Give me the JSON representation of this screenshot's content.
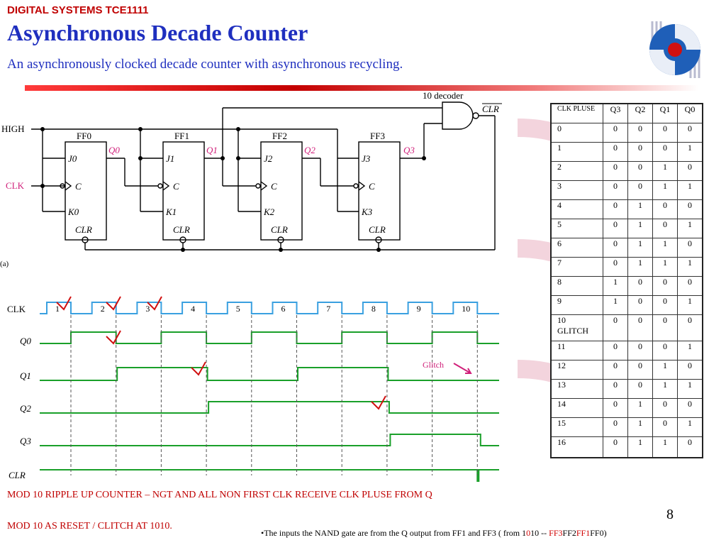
{
  "header": {
    "course": "DIGITAL SYSTEMS TCE1111",
    "title": "Asynchronous Decade Counter",
    "subtitle": "An asynchronously clocked decade counter with asynchronous recycling."
  },
  "circuit": {
    "decoder_label": "10 decoder",
    "clr_out_label": "CLR",
    "high_label": "HIGH",
    "clk_label": "CLK",
    "part_label": "(a)",
    "flipflops": [
      {
        "name": "FF0",
        "j": "J0",
        "c": "C",
        "k": "K0",
        "clr": "CLR",
        "q": "Q0"
      },
      {
        "name": "FF1",
        "j": "J1",
        "c": "C",
        "k": "K1",
        "clr": "CLR",
        "q": "Q1"
      },
      {
        "name": "FF2",
        "j": "J2",
        "c": "C",
        "k": "K2",
        "clr": "CLR",
        "q": "Q2"
      },
      {
        "name": "FF3",
        "j": "J3",
        "c": "C",
        "k": "K3",
        "clr": "CLR",
        "q": "Q3"
      }
    ]
  },
  "timing": {
    "signals": [
      "CLK",
      "Q0",
      "Q1",
      "Q2",
      "Q3",
      "CLR"
    ],
    "pulses": [
      "1",
      "2",
      "3",
      "4",
      "5",
      "6",
      "7",
      "8",
      "9",
      "10"
    ],
    "glitch_label": "Glitch"
  },
  "truth_table": {
    "headers": [
      "CLK PLUSE",
      "Q3",
      "Q2",
      "Q1",
      "Q0"
    ],
    "rows": [
      [
        "0",
        "0",
        "0",
        "0",
        "0"
      ],
      [
        "1",
        "0",
        "0",
        "0",
        "1"
      ],
      [
        "2",
        "0",
        "0",
        "1",
        "0"
      ],
      [
        "3",
        "0",
        "0",
        "1",
        "1"
      ],
      [
        "4",
        "0",
        "1",
        "0",
        "0"
      ],
      [
        "5",
        "0",
        "1",
        "0",
        "1"
      ],
      [
        "6",
        "0",
        "1",
        "1",
        "0"
      ],
      [
        "7",
        "0",
        "1",
        "1",
        "1"
      ],
      [
        "8",
        "1",
        "0",
        "0",
        "0"
      ],
      [
        "9",
        "1",
        "0",
        "0",
        "1"
      ],
      [
        "10 GLITCH",
        "0",
        "0",
        "0",
        "0"
      ],
      [
        "11",
        "0",
        "0",
        "0",
        "1"
      ],
      [
        "12",
        "0",
        "0",
        "1",
        "0"
      ],
      [
        "13",
        "0",
        "0",
        "1",
        "1"
      ],
      [
        "14",
        "0",
        "1",
        "0",
        "0"
      ],
      [
        "15",
        "0",
        "1",
        "0",
        "1"
      ],
      [
        "16",
        "0",
        "1",
        "1",
        "0"
      ]
    ]
  },
  "notes": {
    "line1": "MOD 10 RIPPLE UP COUNTER – NGT AND ALL NON FIRST CLK RECEIVE CLK PLUSE FROM Q",
    "line2": "MOD 10 AS RESET / CLITCH AT 1010.",
    "footnote_prefix": "•The inputs the NAND gate are from the Q output from FF1 and FF3 ( from ",
    "footnote_b1": "1",
    "footnote_b2": "0",
    "footnote_b3": "1",
    "footnote_b4": "0",
    "footnote_sep": " -- ",
    "footnote_ff3": "FF3",
    "footnote_ff2": "FF2",
    "footnote_ff1": "FF1",
    "footnote_ff0": "FF0",
    "footnote_suffix": ")"
  },
  "page_number": "8",
  "colors": {
    "title": "#1f2fbf",
    "accent_red": "#c00000",
    "clock_blue": "#3aa0e0",
    "q_green": "#1aa02a",
    "q_label_pink": "#d0207a"
  }
}
